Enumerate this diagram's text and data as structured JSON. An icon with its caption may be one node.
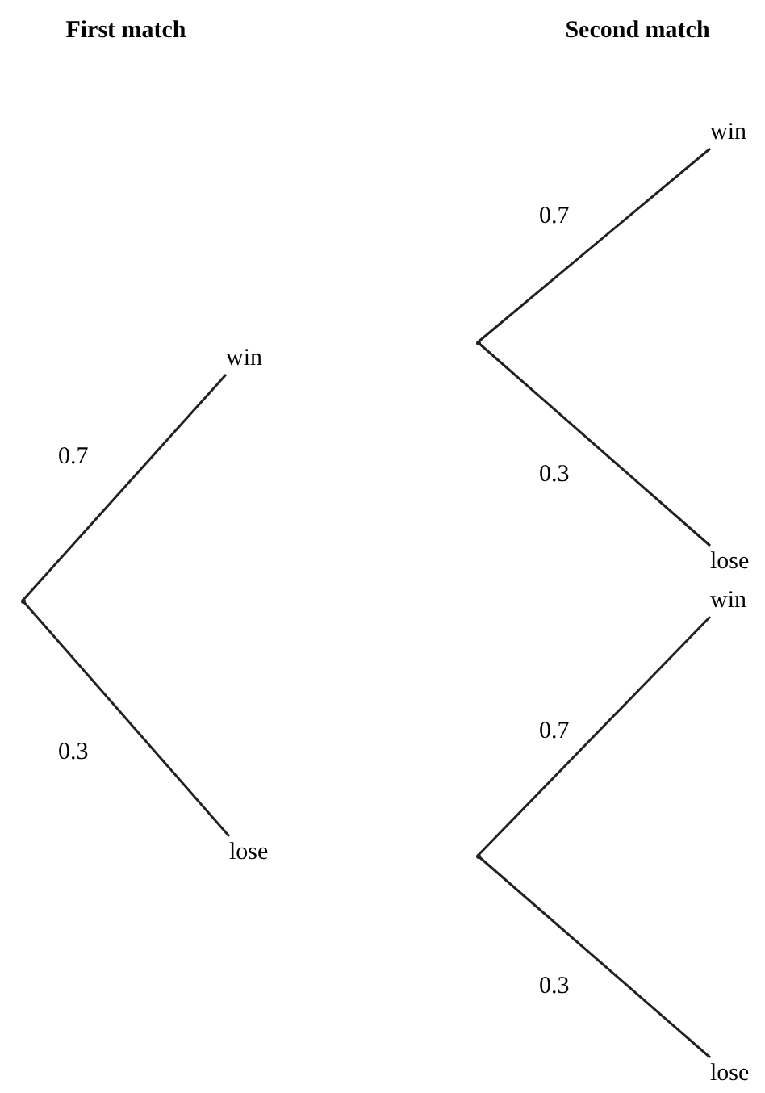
{
  "diagram": {
    "nodes": [
      {
        "text": [],
        "shape": "point"
      },
      {
        "text": [
          "win"
        ]
      },
      {
        "text": [
          "lose"
        ]
      },
      {
        "text": [],
        "shape": "point"
      },
      {
        "text": [
          "win"
        ]
      },
      {
        "text": [
          "lose"
        ]
      },
      {
        "text": [],
        "shape": "point"
      },
      {
        "text": [
          "win"
        ]
      },
      {
        "text": [
          "lose"
        ]
      }
    ],
    "edges": [
      {
        "from": 0,
        "to": 1,
        "arrow": "none",
        "label": "0.7"
      },
      {
        "from": 0,
        "to": 2,
        "arrow": "none",
        "label": "0.3"
      },
      {
        "from": 3,
        "to": 4,
        "arrow": "none",
        "label": "0.7"
      },
      {
        "from": 3,
        "to": 5,
        "arrow": "none",
        "label": "0.3"
      },
      {
        "from": 6,
        "to": 7,
        "arrow": "none",
        "label": "0.7"
      },
      {
        "from": 6,
        "to": 8,
        "arrow": "none",
        "label": "0.3"
      }
    ],
    "labels": [
      "First match",
      "Second match"
    ]
  }
}
